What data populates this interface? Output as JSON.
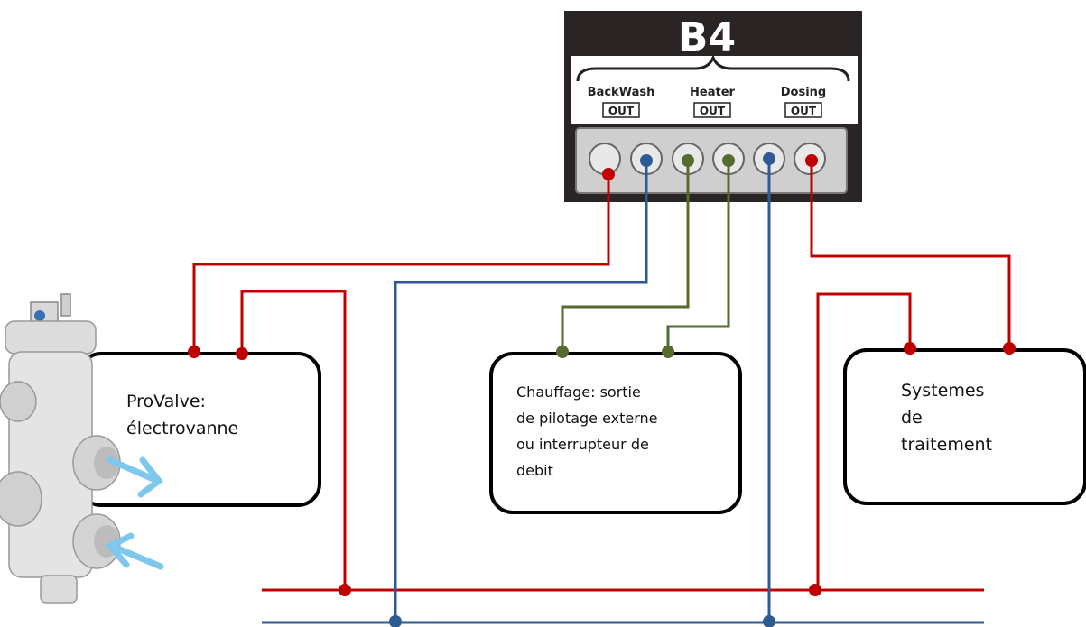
{
  "module": {
    "name": "B4",
    "outputs": [
      {
        "label": "BackWash",
        "sub": "OUT"
      },
      {
        "label": "Heater",
        "sub": "OUT"
      },
      {
        "label": "Dosing",
        "sub": "OUT"
      }
    ]
  },
  "boxes": {
    "provalve": {
      "lines": [
        "ProValve:",
        "électrovanne"
      ]
    },
    "chauffage": {
      "lines": [
        "Chauffage: sortie",
        "de pilotage externe",
        "ou interrupteur de",
        "debit"
      ]
    },
    "systemes": {
      "lines": [
        "Systemes",
        "de",
        "traitement"
      ]
    }
  },
  "colors": {
    "red": "#c00000",
    "blue": "#2e5b93",
    "green": "#556b2f",
    "panel": "#2a2424",
    "connector": "#cfcfcf"
  }
}
